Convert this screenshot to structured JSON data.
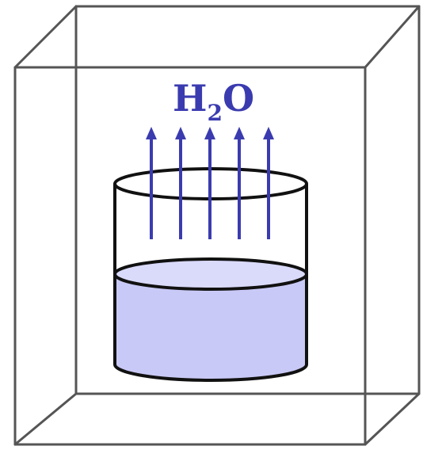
{
  "label": {
    "main": "H",
    "subscript": "2",
    "tail": "O"
  },
  "colors": {
    "box_edge": "#555555",
    "beaker_outline": "#111111",
    "water_fill": "#c9c9f7",
    "water_surface": "#dadafb",
    "arrow": "#3b3bb0",
    "label": "#3b3bb0"
  },
  "icons": {
    "vapor_arrows": "arrow-up-icon"
  },
  "vapor_arrow_count": 5
}
